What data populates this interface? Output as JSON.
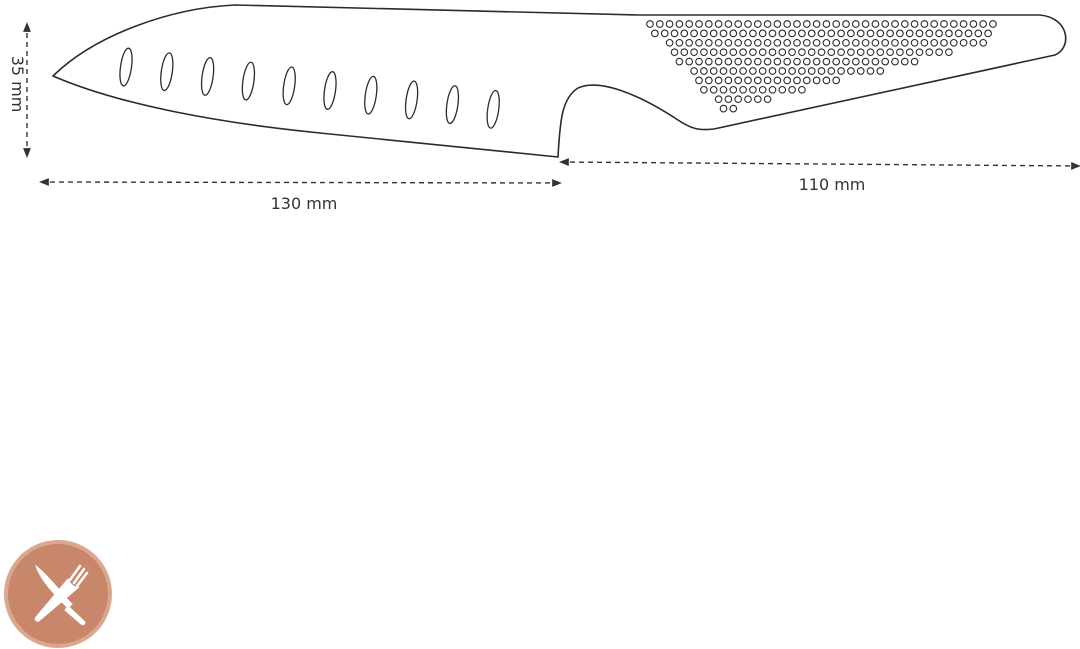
{
  "dimensions": {
    "height_label": "35 mm",
    "blade_length_label": "130 mm",
    "handle_length_label": "110 mm"
  },
  "blade": {
    "granton_hole_count": 10
  },
  "badge": {
    "icon": "knife-fork-icon",
    "background_color": "#c8876a",
    "ring_color": "#dba88f",
    "icon_color": "#ffffff"
  },
  "colors": {
    "line": "#2b2b2b",
    "background": "#ffffff"
  }
}
